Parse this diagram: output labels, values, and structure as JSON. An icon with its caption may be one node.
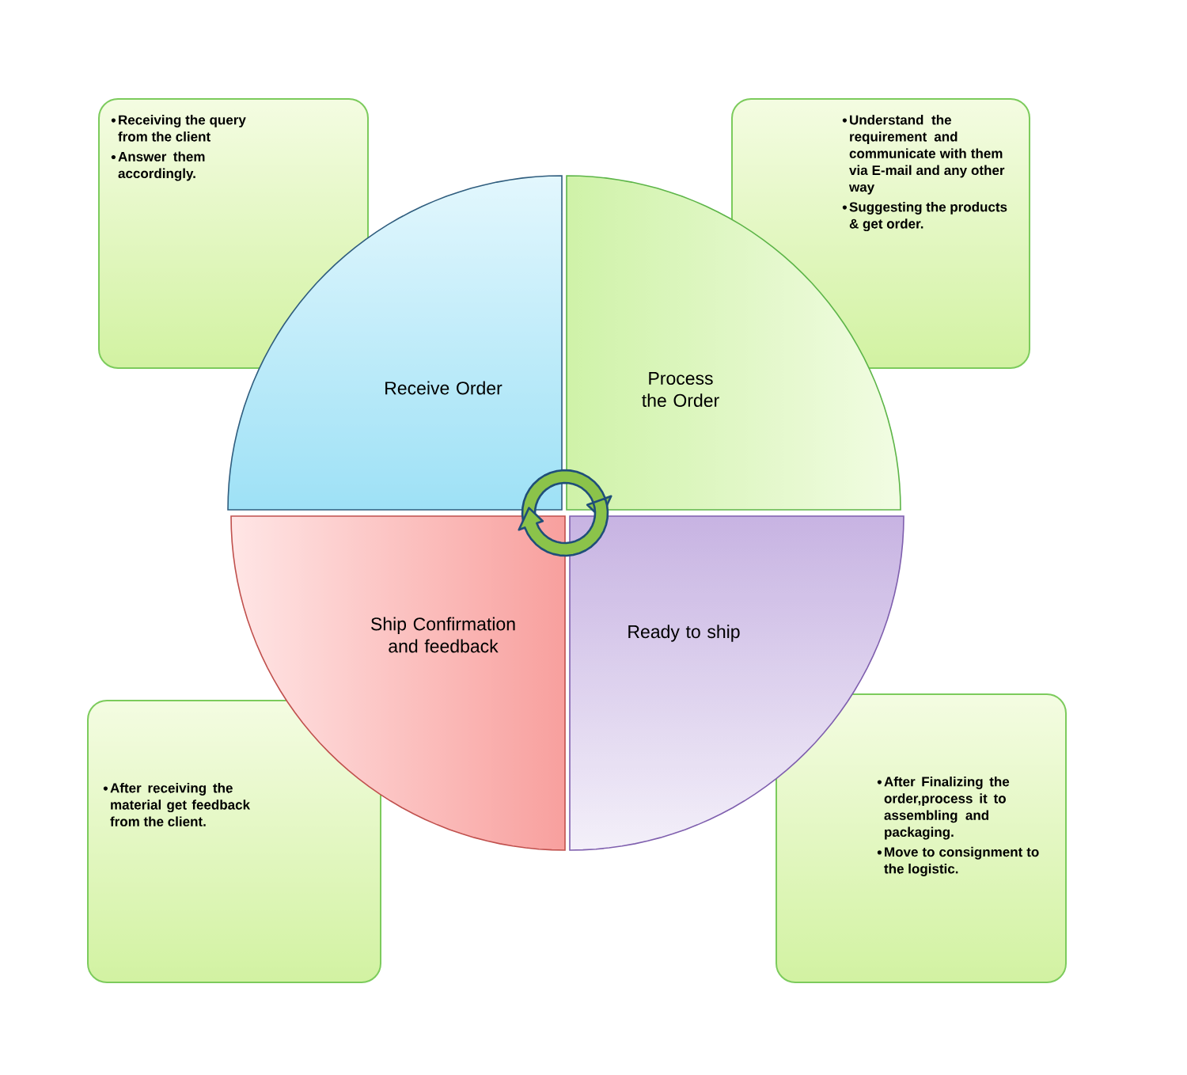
{
  "diagram": {
    "nodes": [
      {
        "text": [
          "Receiving the query from the client",
          "Answer them accordingly."
        ]
      },
      {
        "text": [
          "Understand the requirement and communicate with them via E-mail and any other way",
          "Suggesting the products & get order."
        ]
      },
      {
        "text": [
          "Receive Order"
        ]
      },
      {
        "text": [
          "Process the Order"
        ]
      },
      {
        "text": [
          "Ship Confirmation and feedback"
        ]
      },
      {
        "text": [
          "Ready to ship"
        ]
      },
      {
        "text": [
          "After receiving the material get feedback from the client."
        ]
      },
      {
        "text": [
          "After Finalizing the order,process it to assembling and packaging.",
          "Move to consignment to the logistic."
        ]
      }
    ]
  }
}
